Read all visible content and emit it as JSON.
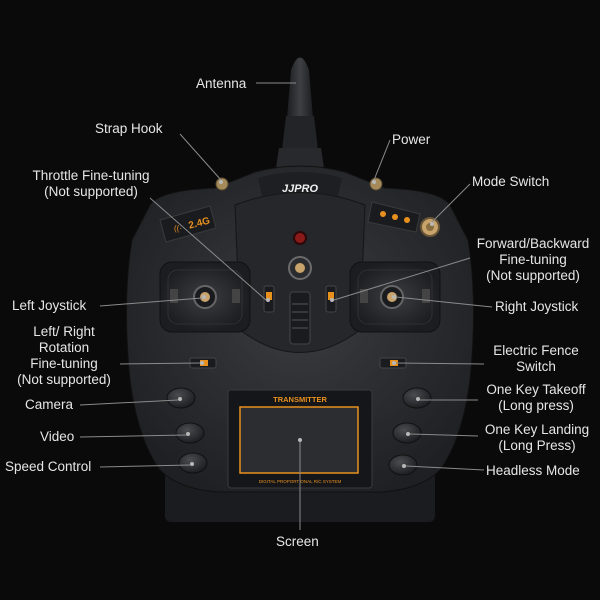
{
  "brand": "JJPRO",
  "badge_freq": "2.4G",
  "screen_title": "TRANSMITTER",
  "screen_footer": "DIGITAL PROPORTIONAL R/C SYSTEM",
  "labels": {
    "antenna": "Antenna",
    "strap_hook": "Strap Hook",
    "power": "Power",
    "mode_switch": "Mode Switch",
    "throttle_fine_tuning_1": "Throttle Fine-tuning",
    "throttle_fine_tuning_2": "(Not supported)",
    "fb_fine_tuning_1": "Forward/Backward",
    "fb_fine_tuning_2": "Fine-tuning",
    "fb_fine_tuning_3": "(Not supported)",
    "left_joystick": "Left Joystick",
    "right_joystick": "Right Joystick",
    "lr_rotation_1": "Left/ Right",
    "lr_rotation_2": "Rotation",
    "lr_rotation_3": "Fine-tuning",
    "lr_rotation_4": "(Not supported)",
    "electric_fence_1": "Electric Fence",
    "electric_fence_2": "Switch",
    "camera": "Camera",
    "video": "Video",
    "speed_control": "Speed Control",
    "takeoff_1": "One Key Takeoff",
    "takeoff_2": "(Long press)",
    "landing_1": "One Key Landing",
    "landing_2": "(Long Press)",
    "headless_mode": "Headless Mode",
    "screen": "Screen"
  },
  "colors": {
    "background": "#0a0a0a",
    "body": "#2b2d30",
    "accent_orange": "#e8901e",
    "label_text": "#e6e6e6",
    "leader_line": "#8a8a8a"
  },
  "icons": [
    "wifi-signal-icon",
    "gps-icon",
    "drone-icon",
    "power-button-icon"
  ]
}
